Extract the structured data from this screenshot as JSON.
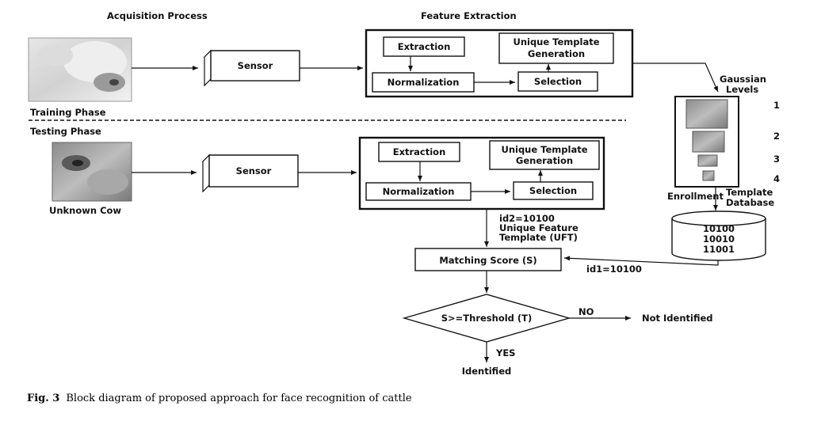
{
  "headings": {
    "acquisition": "Acquisition Process",
    "feature_extraction": "Feature Extraction"
  },
  "phases": {
    "training": "Training Phase",
    "testing": "Testing Phase"
  },
  "sensor_label": "Sensor",
  "feature_blocks": {
    "extraction": "Extraction",
    "normalization": "Normalization",
    "selection": "Selection",
    "unique_template_line1": "Unique Template",
    "unique_template_line2": "Generation"
  },
  "gaussian": {
    "label_line1": "Gaussian",
    "label_line2": "Levels",
    "levels": [
      "1",
      "2",
      "3",
      "4"
    ]
  },
  "enrollment": "Enrollment",
  "template_db": {
    "line1": "Template",
    "line2": "Database",
    "records": [
      "10100",
      "10010",
      "11001"
    ]
  },
  "unknown_cow": "Unknown Cow",
  "uft": {
    "line1": "id2=10100",
    "line2": "Unique Feature",
    "line3": "Template (UFT)"
  },
  "id1": "id1=10100",
  "matching_score": "Matching Score (S)",
  "decision": "S>=Threshold (T)",
  "no": "NO",
  "yes": "YES",
  "not_identified": "Not Identified",
  "identified": "Identified",
  "caption": {
    "label": "Fig. 3",
    "text": "Block diagram of proposed approach for face recognition of cattle"
  }
}
